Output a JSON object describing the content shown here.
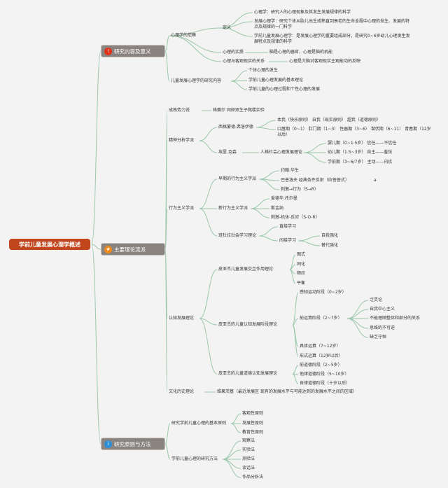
{
  "root": {
    "label": "学前儿童发展心理学概述"
  },
  "branches": [
    {
      "label": "研究内容及意义",
      "badge_color": "#e0341b",
      "badge_icon": "exclamation-icon",
      "badge_glyph": "!"
    },
    {
      "label": "主要理论流派",
      "badge_color": "#f08a1a",
      "badge_icon": "star-icon",
      "badge_glyph": "★"
    },
    {
      "label": "研究原则与方法",
      "badge_color": "#2d8fd6",
      "badge_icon": "info-icon",
      "badge_glyph": "i"
    }
  ],
  "nodes": {
    "n1": "心理学的范畴",
    "n2": "定义",
    "n3": "心理学：研究人的心理现象及其发生发展规律的科学",
    "n4": "发展心理学：研究个体从胎儿出生成熟直到衰老的生命全程中心理的发生、发展的特点及规律的一门科学",
    "n5": "学前儿童发展心理学：是发展心理学的重要组成部分，是研究0~6岁幼儿心理发生发展特点及规律的科学",
    "n6": "心理的实质",
    "n7": "脑是心理的器官，心理是脑的机能",
    "n8": "心理与客观现实的关系",
    "n9": "心理是大脑对客观现实主观能动的反映",
    "n10": "儿童发展心理学的研究内容",
    "n11": "个体心理的发生",
    "n12": "学前儿童心理发展的基本理论",
    "n13": "学前儿童的心理过程和个性心理的发展",
    "n14": "成熟势力说",
    "n15": "格赛尔 同卵双生子爬楼实验",
    "n16": "精神分析学派",
    "n17": "西格蒙德.弗洛伊德",
    "n18": "本我（快乐原则） 自我（现实原则） 超我（道德原则）",
    "n19": "口唇期（0~1） 肛门期（1~3） 性器期（3~6） 潜伏期（6~11） 青春期（12岁以后）",
    "n20": "埃里.克森",
    "n21": "人格社会心理发展理论",
    "n22": "婴儿期（0~1.5岁） 信任——不信任",
    "n23": "幼儿期（1.5~3岁） 自主——羞怯",
    "n24": "学前期（3~6/7岁） 主动——内疚",
    "n25": "行为主义学派",
    "n26": "早期的行为主义学派",
    "n27": "约翰.华生",
    "n28": "巴普洛夫 经典条件反射（应答答式）",
    "n29": "a",
    "n30": "刺激→行为（S→R）",
    "n31": "新行为主义学派",
    "n32": "爱德华.托尔曼",
    "n33": "斯金纳",
    "n34": "刺激-机体-反应（S-O-R）",
    "n35": "班杜拉社会学习理论",
    "n36": "直接学习",
    "n37": "间接学习",
    "n38": "自我强化",
    "n39": "替代强化",
    "n40": "认知发展理论",
    "n41": "皮亚杰儿童发展交互作用理论",
    "n42": "图式",
    "n43": "同化",
    "n44": "顺应",
    "n45": "平衡",
    "n46": "皮亚杰的儿童认知发展阶段理论",
    "n47": "感知运动阶段（0~2岁）",
    "n48": "前运算阶段（2~7岁）",
    "n49": "泛灵论",
    "n50": "自我中心主义",
    "n51": "不能理顺整体和部分的关系",
    "n52": "思维的不可逆",
    "n53": "缺乏守恒",
    "n54": "具体运算（7~12岁）",
    "n55": "形式运算（12岁以后）",
    "n56": "皮亚杰的儿童道德认知发展理论",
    "n57": "前道德阶段（2~5岁）",
    "n58": "他律道德阶段（5~10岁）",
    "n59": "自律道德阶段（十岁以后）",
    "n60": "文化历史理论",
    "n61": "维果茨基（最近发展区 现有的发展水平与可能达到的发展水平之间的区域）",
    "n62": "研究学前儿童心理的基本原则",
    "n63": "客观性原则",
    "n64": "发展性原则",
    "n65": "教育性原则",
    "n66": "学前儿童心理的研究方法",
    "n67": "观察法",
    "n68": "实验法",
    "n69": "测验法",
    "n70": "谈话法",
    "n71": "作品分析法"
  },
  "colors": {
    "background": "#f3f3f3",
    "root": "#c2461c",
    "branch": "#8a8480",
    "link": "#9bc7a9"
  }
}
